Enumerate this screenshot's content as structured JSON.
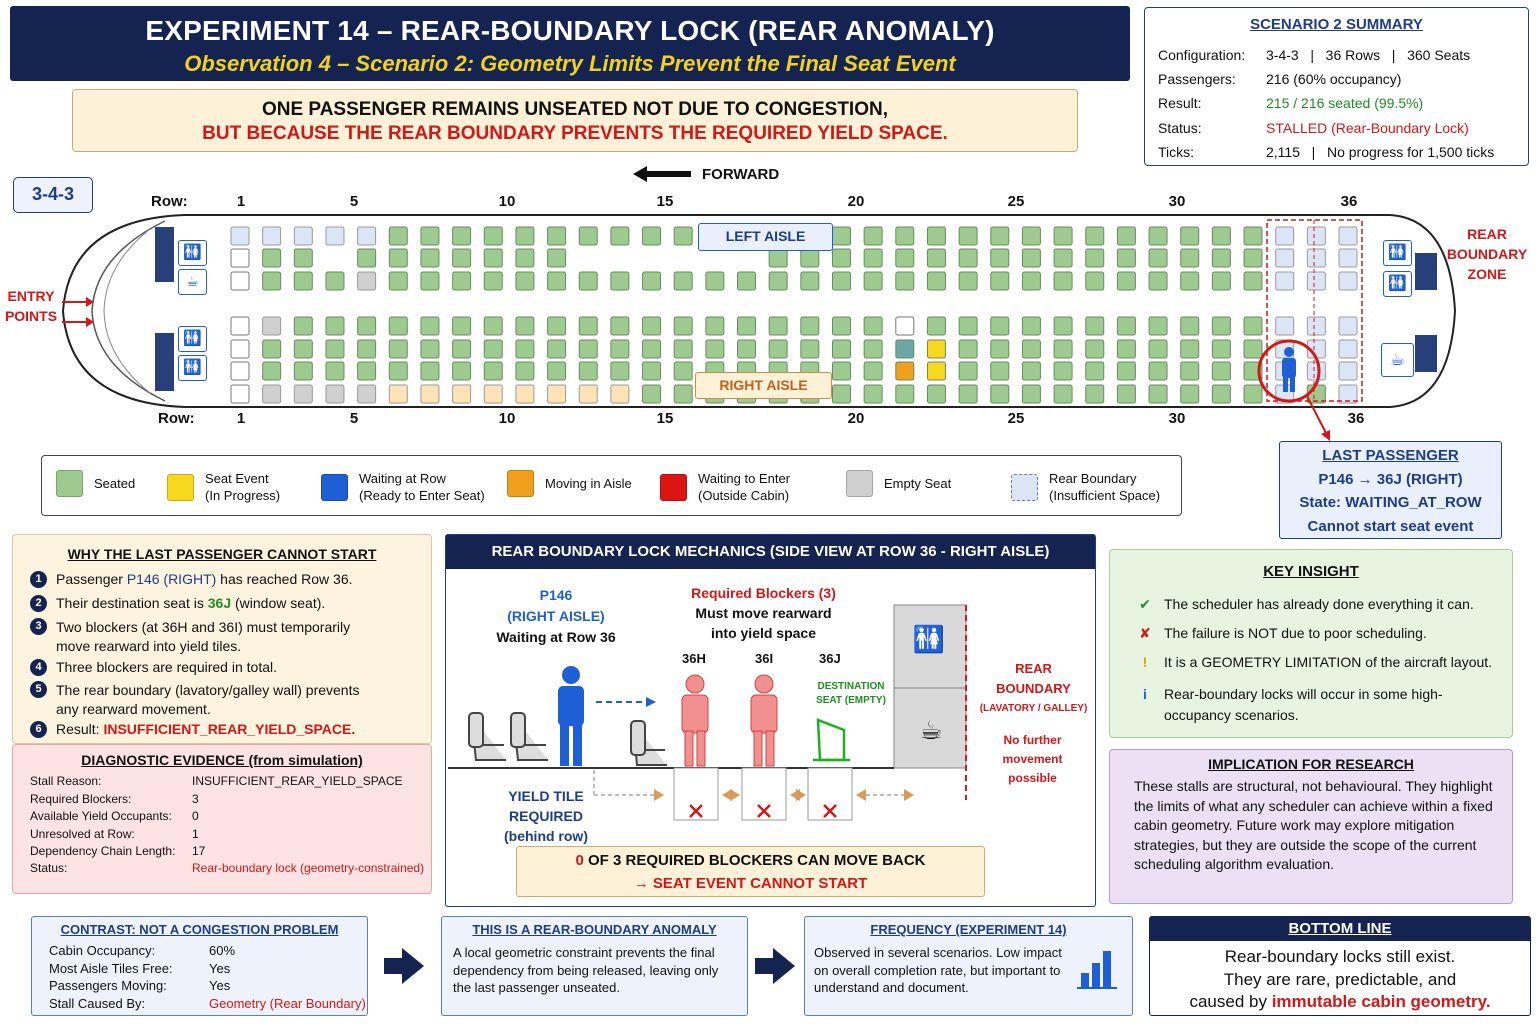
{
  "header": {
    "title": "EXPERIMENT 14 – REAR-BOUNDARY LOCK (REAR ANOMALY)",
    "subtitle": "Observation 4 – Scenario 2: Geometry Limits Prevent the Final Seat Event"
  },
  "alert": {
    "line1": "ONE PASSENGER REMAINS UNSEATED NOT DUE TO CONGESTION,",
    "line2": "BUT BECAUSE THE REAR BOUNDARY PREVENTS THE REQUIRED YIELD SPACE."
  },
  "summary": {
    "title": "SCENARIO 2 SUMMARY",
    "rows": [
      {
        "label": "Configuration:",
        "value": "3-4-3   |   36 Rows   |   360 Seats"
      },
      {
        "label": "Passengers:",
        "value": "216 (60% occupancy)"
      },
      {
        "label": "Result:",
        "value": "215 / 216 seated (99.5%)"
      },
      {
        "label": "Status:",
        "value": "STALLED (Rear-Boundary Lock)"
      },
      {
        "label": "Ticks:",
        "value": "2,115   |   No progress for 1,500 ticks"
      }
    ]
  },
  "cabin": {
    "config": "3-4-3",
    "forward": "FORWARD",
    "row_label": "Row:",
    "row_numbers": [
      "1",
      "5",
      "10",
      "15",
      "20",
      "25",
      "30",
      "36"
    ],
    "left_aisle": "LEFT AISLE",
    "right_aisle": "RIGHT AISLE",
    "entry": [
      "ENTRY",
      "POINTS"
    ],
    "rear_zone": [
      "REAR",
      "BOUNDARY",
      "ZONE"
    ]
  },
  "legend": [
    {
      "l1": "Seated",
      "l2": "",
      "color": "#9dcb8f"
    },
    {
      "l1": "Seat Event",
      "l2": "(In Progress)",
      "color": "#f7d81f"
    },
    {
      "l1": "Waiting at Row",
      "l2": "(Ready to Enter Seat)",
      "color": "#1f5fd6"
    },
    {
      "l1": "Moving in Aisle",
      "l2": "",
      "color": "#f0a01c"
    },
    {
      "l1": "Waiting to Enter",
      "l2": "(Outside Cabin)",
      "color": "#dd1414"
    },
    {
      "l1": "Empty Seat",
      "l2": "",
      "color": "#d0d0d0"
    },
    {
      "l1": "Rear Boundary",
      "l2": "(Insufficient Space)",
      "color": "#dbe5f6"
    }
  ],
  "last_passenger": {
    "title": "LAST PASSENGER",
    "l1": "P146 → 36J (RIGHT)",
    "l2": "State: WAITING_AT_ROW",
    "l3": "Cannot start seat event"
  },
  "why": {
    "title": "WHY THE LAST PASSENGER CANNOT START",
    "items": [
      {
        "n": "1",
        "pre": "Passenger ",
        "hl": "P146 (RIGHT)",
        "post": " has reached Row 36.",
        "l2": ""
      },
      {
        "n": "2",
        "pre": "Their destination seat is ",
        "hl": "36J",
        "post": " (window seat).",
        "l2": ""
      },
      {
        "n": "3",
        "pre": "Two blockers (at 36H and 36I) must temporarily",
        "hl": "",
        "post": "",
        "l2": "move rearward into yield tiles."
      },
      {
        "n": "4",
        "pre": "Three blockers are required in total.",
        "hl": "",
        "post": "",
        "l2": ""
      },
      {
        "n": "5",
        "pre": "The rear boundary (lavatory/galley wall) prevents",
        "hl": "",
        "post": "",
        "l2": "any rearward movement."
      },
      {
        "n": "6",
        "pre": "Result: ",
        "hl": "INSUFFICIENT_REAR_YIELD_SPACE.",
        "post": "",
        "l2": ""
      }
    ]
  },
  "diag": {
    "title": "DIAGNOSTIC EVIDENCE (from simulation)",
    "rows": [
      {
        "k": "Stall Reason:",
        "v": "INSUFFICIENT_REAR_YIELD_SPACE"
      },
      {
        "k": "Required Blockers:",
        "v": "3"
      },
      {
        "k": "Available Yield Occupants:",
        "v": "0"
      },
      {
        "k": "Unresolved at Row:",
        "v": "1"
      },
      {
        "k": "Dependency Chain Length:",
        "v": "17"
      },
      {
        "k": "Status:",
        "v": "Rear-boundary lock (geometry-constrained)"
      }
    ]
  },
  "mech": {
    "title": "REAR BOUNDARY LOCK MECHANICS (SIDE VIEW AT ROW 36 - RIGHT AISLE)",
    "p146": [
      "P146",
      "(RIGHT AISLE)",
      "Waiting at Row 36"
    ],
    "blockers": [
      "Required Blockers (3)",
      "Must move rearward",
      "into yield space"
    ],
    "seats": [
      "36H",
      "36I",
      "36J"
    ],
    "dest": [
      "DESTINATION",
      "SEAT (EMPTY)"
    ],
    "rear": [
      "REAR",
      "BOUNDARY",
      "(LAVATORY / GALLEY)"
    ],
    "nofurther": [
      "No further",
      "movement",
      "possible"
    ],
    "yield": [
      "YIELD TILE",
      "REQUIRED",
      "(behind row)"
    ],
    "result1": "OF 3 REQUIRED BLOCKERS CAN MOVE BACK",
    "result_num": "0",
    "result2": "→ SEAT EVENT CANNOT START"
  },
  "insight": {
    "title": "KEY INSIGHT",
    "items": [
      {
        "icon": "✔",
        "text": "The scheduler has already done everything it can.",
        "color": "#1f8f1f"
      },
      {
        "icon": "✘",
        "text": "The failure is NOT due to poor scheduling.",
        "color": "#d41717"
      },
      {
        "icon": "!",
        "text": "It is a GEOMETRY LIMITATION of the aircraft layout.",
        "color": "#d8a400"
      },
      {
        "icon": "i",
        "text": "Rear-boundary locks will occur in some high-occupancy scenarios.",
        "color": "#1f5fd6"
      }
    ]
  },
  "impl": {
    "title": "IMPLICATION FOR RESEARCH",
    "body": "These stalls are structural, not behavioural. They highlight the limits of what any scheduler can achieve within a fixed cabin geometry. Future work may explore mitigation strategies, but they are outside the scope of the current scheduling algorithm evaluation."
  },
  "contrast": {
    "title": "CONTRAST: NOT A CONGESTION PROBLEM",
    "rows": [
      {
        "k": "Cabin Occupancy:",
        "v": "60%"
      },
      {
        "k": "Most Aisle Tiles Free:",
        "v": "Yes"
      },
      {
        "k": "Passengers Moving:",
        "v": "Yes"
      },
      {
        "k": "Stall Caused By:",
        "v": "Geometry (Rear Boundary)"
      }
    ]
  },
  "anomaly": {
    "title": "THIS IS A REAR-BOUNDARY ANOMALY",
    "body": "A local geometric constraint prevents the final dependency from being released, leaving only the last passenger unseated."
  },
  "freq": {
    "title": "FREQUENCY (EXPERIMENT 14)",
    "body": "Observed in several scenarios. Low impact on overall completion rate, but important to understand and document."
  },
  "bottom": {
    "title": "BOTTOM LINE",
    "l1": "Rear-boundary locks still exist.",
    "l2": "They are rare, predictable, and",
    "l3a": "caused by ",
    "l3b": "immutable cabin geometry."
  }
}
